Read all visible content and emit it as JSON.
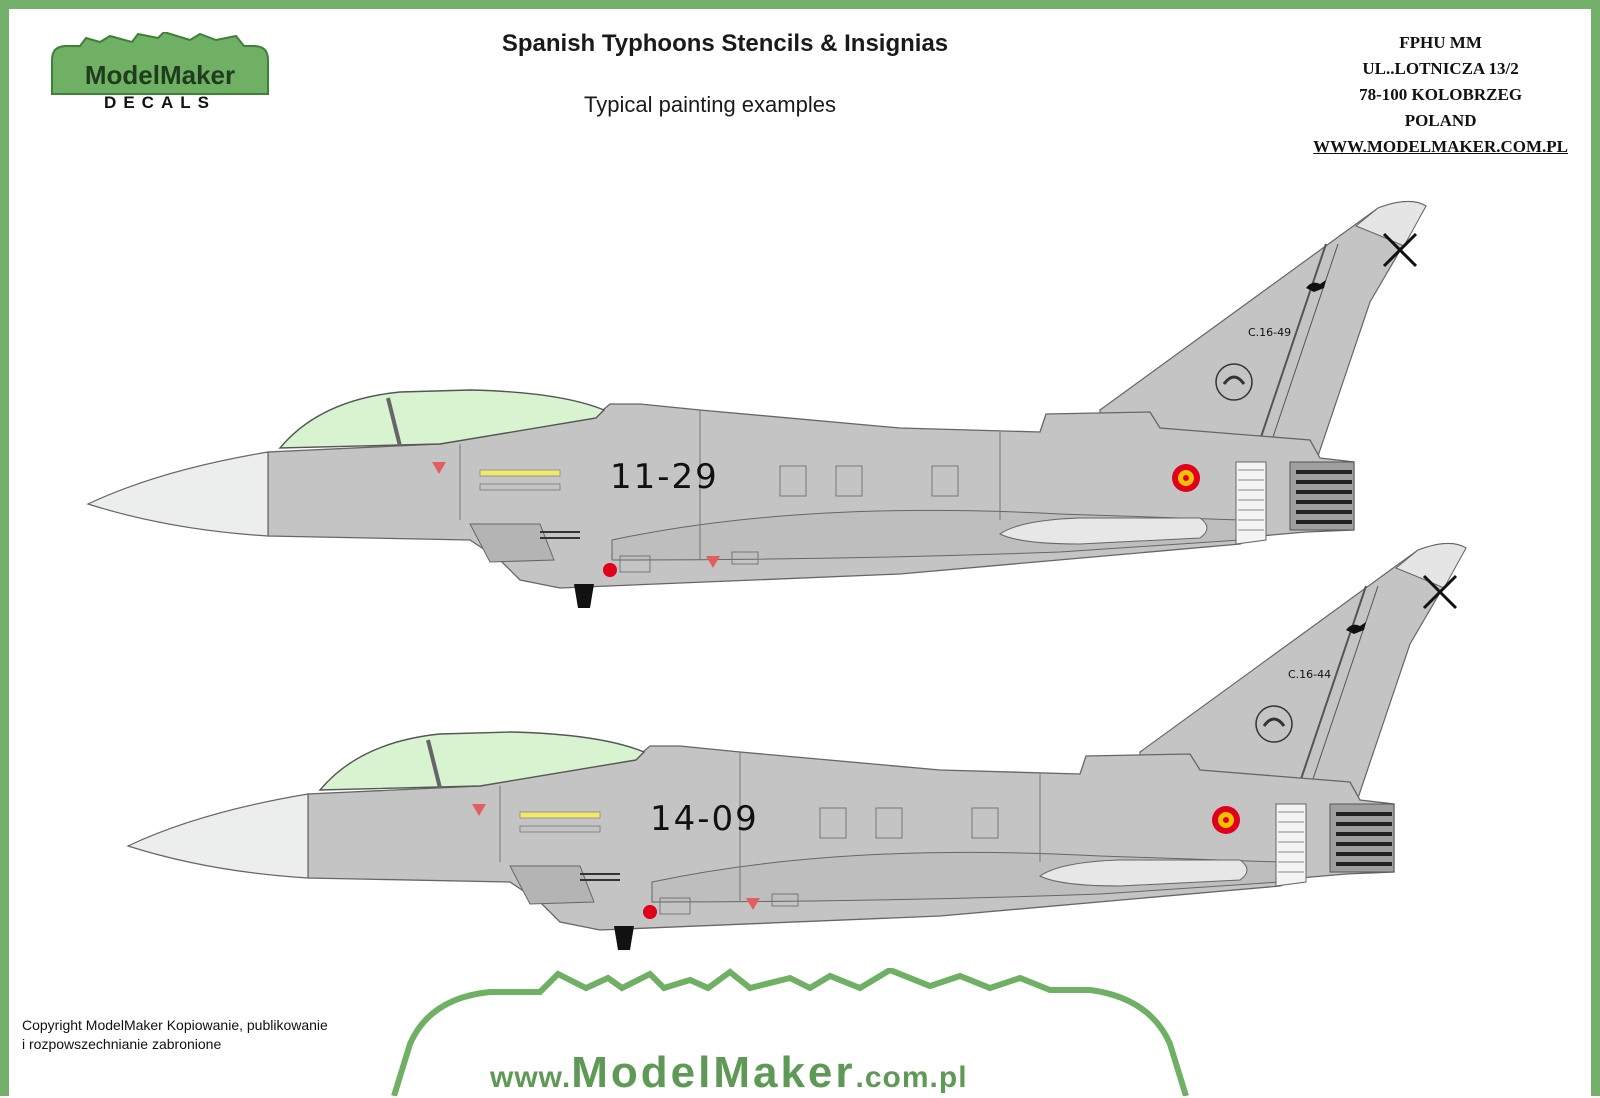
{
  "header": {
    "title": "Spanish Typhoons Stencils & Insignias",
    "subtitle": "Typical painting examples"
  },
  "logo": {
    "brand": "ModelMaker",
    "tagline": "DECALS"
  },
  "address": {
    "line1": "FPHU MM",
    "line2": "UL..LOTNICZA 13/2",
    "line3": "78-100 KOLOBRZEG",
    "line4": "POLAND",
    "url": "WWW.MODELMAKER.COM.PL"
  },
  "aircraft": [
    {
      "code": "11-29",
      "serial": "C.16-49"
    },
    {
      "code": "14-09",
      "serial": "C.16-44"
    }
  ],
  "footer": {
    "copyright_line1": "Copyright ModelMaker Kopiowanie, publikowanie",
    "copyright_line2": "i rozpowszechnianie zabronione",
    "url_prefix": "www.",
    "url_brand": "ModelMaker",
    "url_suffix": ".com.pl"
  },
  "colors": {
    "frame": "#74b06a",
    "airframe": "#c3c4c3",
    "canopy": "#d8f3d0",
    "roundel_red": "#e0001a",
    "roundel_yellow": "#f2c200"
  }
}
